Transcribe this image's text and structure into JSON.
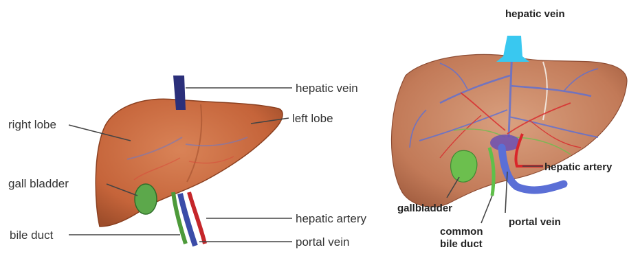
{
  "left_diagram": {
    "labels": {
      "hepatic_vein": "hepatic vein",
      "right_lobe": "right lobe",
      "left_lobe": "left lobe",
      "gall_bladder": "gall bladder",
      "hepatic_artery": "hepatic artery",
      "bile_duct": "bile duct",
      "portal_vein": "portal vein"
    }
  },
  "right_diagram": {
    "labels": {
      "hepatic_vein": "hepatic vein",
      "hepatic_artery": "hepatic artery",
      "gallbladder": "gallbladder",
      "portal_vein": "portal vein",
      "common_bile_duct_line1": "common",
      "common_bile_duct_line2": "bile duct"
    }
  },
  "colors": {
    "liver": "#c9693f",
    "liver_shadow": "#a94f2a",
    "hepatic_vein": "#39c8f0",
    "artery": "#d9262a",
    "portal_vein": "#5b6fd6",
    "bile_duct": "#5fbf4a",
    "gallbladder": "#6cbf4e"
  }
}
